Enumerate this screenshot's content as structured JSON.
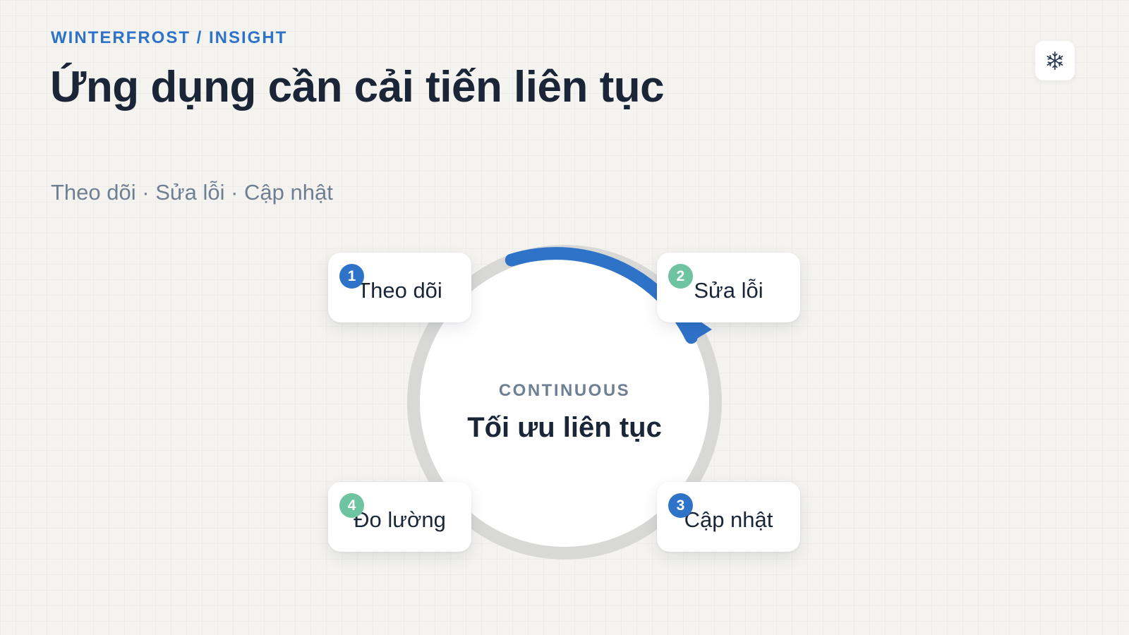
{
  "header": {
    "eyebrow": "WINTERFROST / INSIGHT",
    "title": "Ứng dụng cần cải tiến liên tục",
    "subtitle": "Theo dõi · Sửa lỗi · Cập nhật"
  },
  "logo": {
    "icon": "snowflake-icon"
  },
  "hub": {
    "eyebrow": "CONTINUOUS",
    "title": "Tối ưu liên tục"
  },
  "steps": [
    {
      "number": "1",
      "label": "Theo dõi",
      "badge_color": "#2f73c9"
    },
    {
      "number": "2",
      "label": "Sửa lỗi",
      "badge_color": "#6ec3a0"
    },
    {
      "number": "3",
      "label": "Cập nhật",
      "badge_color": "#2f73c9"
    },
    {
      "number": "4",
      "label": "Đo lường",
      "badge_color": "#6ec3a0"
    }
  ],
  "colors": {
    "accent": "#2f73c9",
    "accent_secondary": "#6ec3a0",
    "ring": "#d8d9d7",
    "text_primary": "#1a2638",
    "text_muted": "#6f7f93",
    "background": "#f4f3f0"
  }
}
